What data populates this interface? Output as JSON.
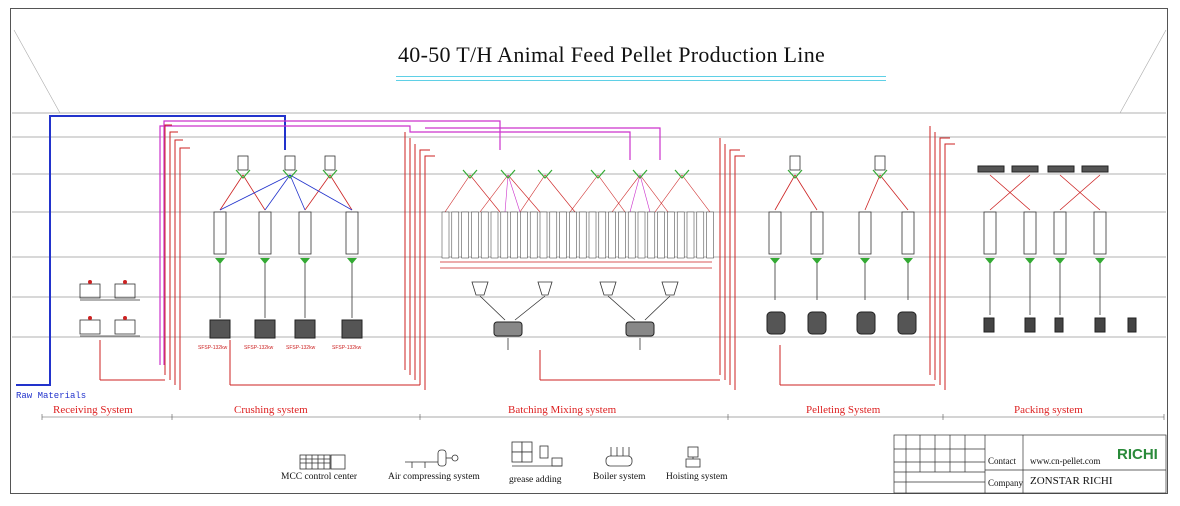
{
  "title": "40-50 T/H Animal Feed Pellet Production Line",
  "raw_materials": "Raw Materials",
  "systems": [
    "Receiving System",
    "Crushing system",
    "Batching Mixing system",
    "Pelleting System",
    "Packing system"
  ],
  "legend": [
    {
      "icon": "mcc-control-center-icon",
      "label": "MCC control center"
    },
    {
      "icon": "air-compressor-icon",
      "label": "Air compressing system"
    },
    {
      "icon": "grease-adding-icon",
      "label": "grease adding"
    },
    {
      "icon": "boiler-icon",
      "label": "Boiler system"
    },
    {
      "icon": "hoisting-icon",
      "label": "Hoisting system"
    }
  ],
  "title_block": {
    "contact_label": "Contact",
    "contact_value": "www.cn-pellet.com",
    "company_label": "Company",
    "company_value": "ZONSTAR RICHI",
    "logo": "RICHI"
  },
  "colors": {
    "frame": "#555555",
    "red": "#cc2222",
    "blue": "#2233cc",
    "magenta": "#cc33cc",
    "green": "#33aa33",
    "accent": "#5fd0e6"
  }
}
